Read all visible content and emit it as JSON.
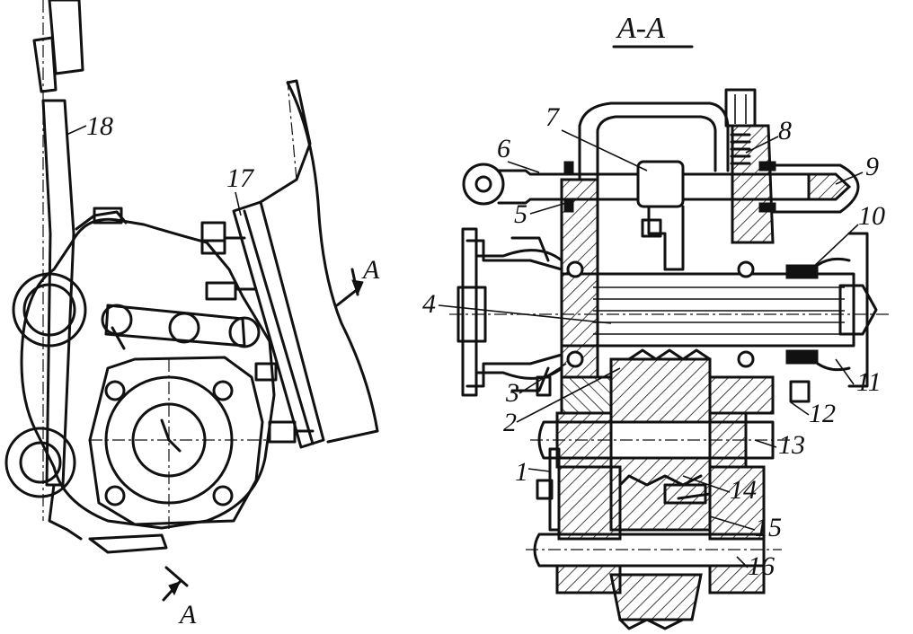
{
  "figure": {
    "section_title": "A-A",
    "cut_mark_upper": "A",
    "cut_mark_lower": "A",
    "labels": {
      "n1": "1",
      "n2": "2",
      "n3": "3",
      "n4": "4",
      "n5": "5",
      "n6": "6",
      "n7": "7",
      "n8": "8",
      "n9": "9",
      "n10": "10",
      "n11": "11",
      "n12": "12",
      "n13": "13",
      "n14": "14",
      "n15": "15",
      "n16": "16",
      "n17": "17",
      "n18": "18"
    }
  }
}
